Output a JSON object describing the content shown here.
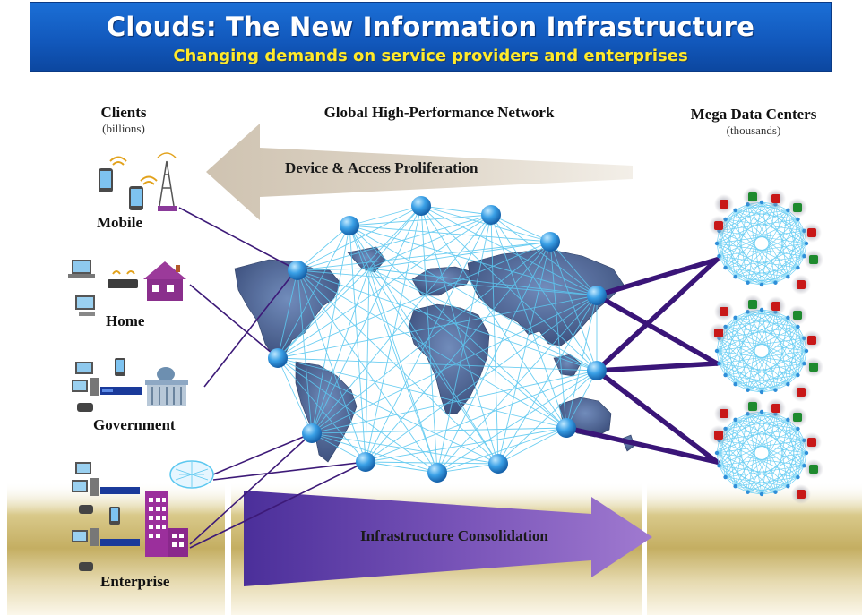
{
  "banner": {
    "title": "Clouds: The New Information Infrastructure",
    "subtitle": "Changing demands on service providers and enterprises"
  },
  "columns": {
    "clients": {
      "title": "Clients",
      "subtitle": "(billions)"
    },
    "network": {
      "title": "Global High-Performance Network"
    },
    "datacenters": {
      "title": "Mega Data Centers",
      "subtitle": "(thousands)"
    }
  },
  "client_groups": [
    {
      "key": "mobile",
      "label": "Mobile"
    },
    {
      "key": "home",
      "label": "Home"
    },
    {
      "key": "government",
      "label": "Government"
    },
    {
      "key": "enterprise",
      "label": "Enterprise"
    }
  ],
  "arrows": {
    "proliferation": "Device & Access Proliferation",
    "consolidation": "Infrastructure Consolidation"
  },
  "colors": {
    "banner_blue": "#1259bd",
    "subtitle_yellow": "#ffea2a",
    "link_purple": "#3d1a78",
    "mesh_cyan": "#5cc8f0",
    "node_blue": "#2f8ed8",
    "map_navy": "#3c5588",
    "gold_band": "#c9b46a",
    "server_red": "#c81818",
    "server_green": "#1e8a2e"
  },
  "icons": [
    "phone-icon",
    "cell-tower-icon",
    "laptop-icon",
    "router-icon",
    "house-icon",
    "desktop-icon",
    "telephone-icon",
    "government-building-icon",
    "office-building-icon",
    "switch-icon",
    "cloud-icon",
    "server-icon"
  ]
}
